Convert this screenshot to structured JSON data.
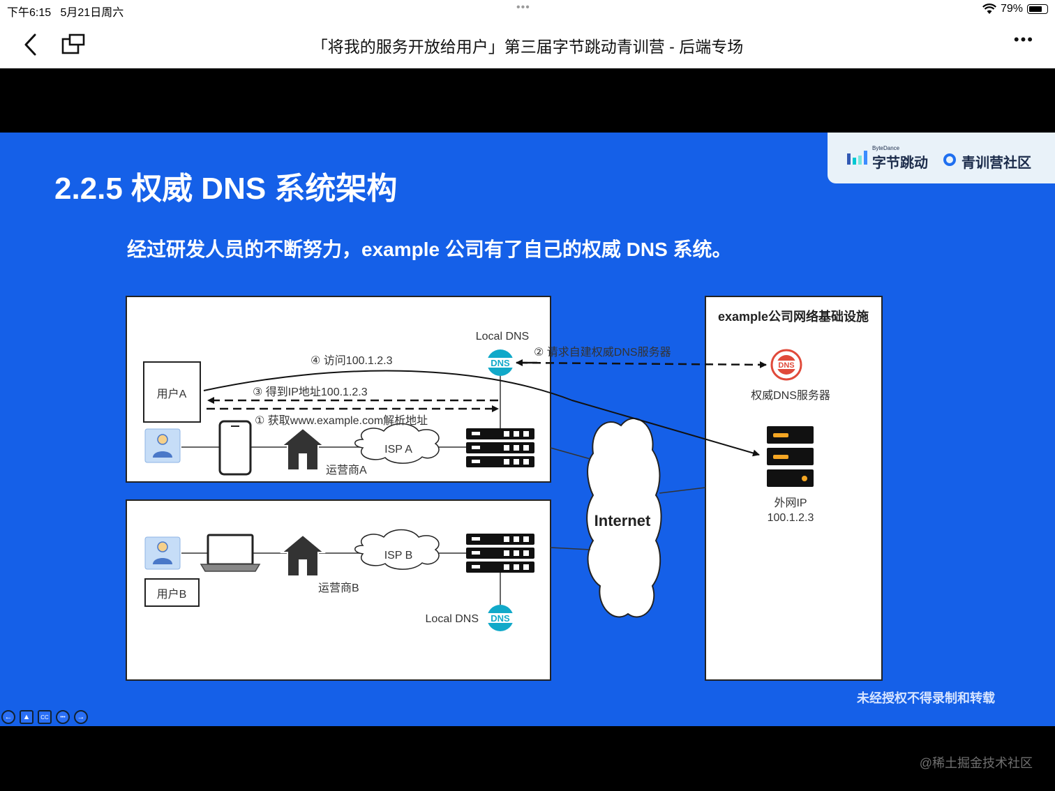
{
  "status_bar": {
    "time": "下午6:15",
    "date": "5月21日周六",
    "battery": "79%",
    "battery_level": 0.79,
    "center_dots": "•••"
  },
  "nav": {
    "title": "「将我的服务开放给用户」第三届字节跳动青训营 - 后端专场",
    "back_icon": "chevron-left-icon",
    "window_icon": "window-icon",
    "more": "•••"
  },
  "slide": {
    "title": "2.2.5 权威 DNS 系统架构",
    "subtitle": "经过研发人员的不断努力，example 公司有了自己的权威 DNS 系统。",
    "brand_small": "ByteDance",
    "brand_name": "字节跳动",
    "community": "青训营社区",
    "watermark": "未经授权不得录制和转载",
    "colors": {
      "background": "#1560e8",
      "dns_teal": "#11a9c9",
      "dns_red": "#e04a3a"
    }
  },
  "diagram": {
    "local_dns_a": "Local DNS",
    "local_dns_b": "Local DNS",
    "dns_text": "DNS",
    "step1": "① 获取www.example.com解析地址",
    "step2": "② 请求自建权威DNS服务器",
    "step3": "③ 得到IP地址100.1.2.3",
    "step4": "④ 访问100.1.2.3",
    "user_a": "用户A",
    "user_b": "用户B",
    "isp_a": "ISP A",
    "isp_b": "ISP B",
    "carrier_a": "运营商A",
    "carrier_b": "运营商B",
    "internet": "Internet",
    "infra_title": "example公司网络基础设施",
    "auth_dns": "权威DNS服务器",
    "public_ip_label": "外网IP",
    "public_ip": "100.1.2.3"
  },
  "controls": {
    "prev": "←",
    "pointer": "▲",
    "cc": "CC",
    "more": "•••",
    "next": "→"
  },
  "footer": {
    "site_watermark": "@稀土掘金技术社区"
  }
}
